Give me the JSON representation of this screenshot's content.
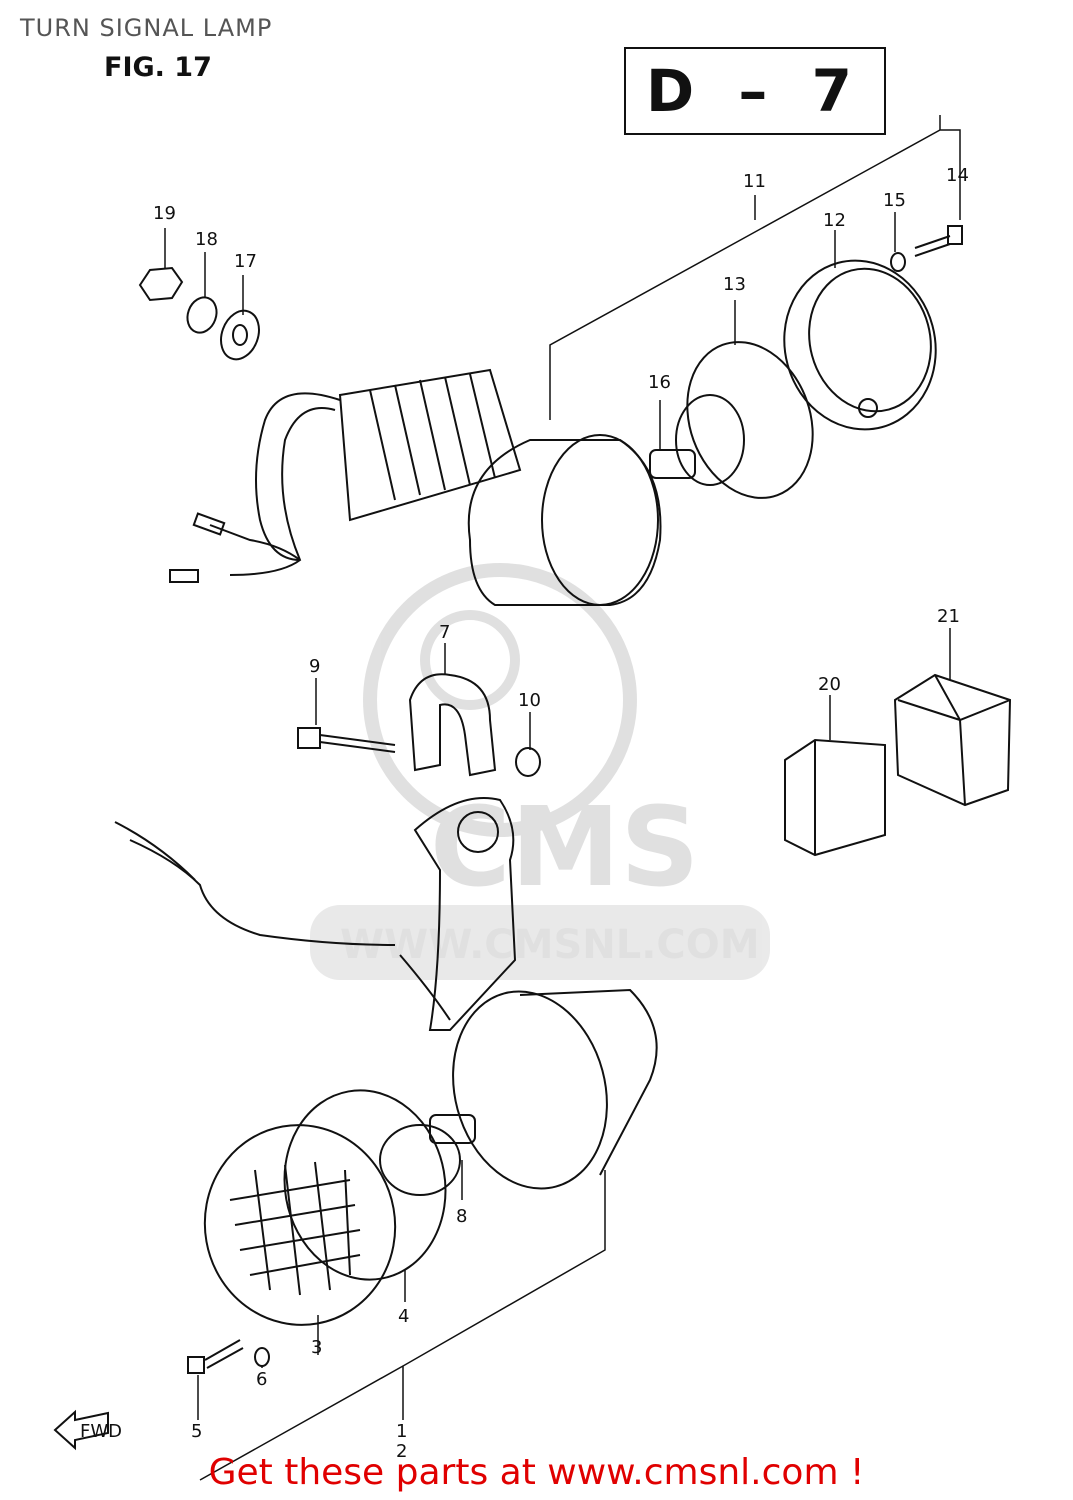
{
  "header": {
    "title": "TURN SIGNAL LAMP",
    "figure": "FIG. 17",
    "section_code": "D – 7"
  },
  "watermark": {
    "brand": "CMS",
    "url": "WWW.CMSNL.COM"
  },
  "fwd_arrow_label": "FWD",
  "parts": [
    {
      "number": "1"
    },
    {
      "number": "2"
    },
    {
      "number": "3"
    },
    {
      "number": "4"
    },
    {
      "number": "5"
    },
    {
      "number": "6"
    },
    {
      "number": "7"
    },
    {
      "number": "8"
    },
    {
      "number": "9"
    },
    {
      "number": "10"
    },
    {
      "number": "11"
    },
    {
      "number": "12"
    },
    {
      "number": "13"
    },
    {
      "number": "14"
    },
    {
      "number": "15"
    },
    {
      "number": "16"
    },
    {
      "number": "17"
    },
    {
      "number": "18"
    },
    {
      "number": "19"
    },
    {
      "number": "20"
    },
    {
      "number": "21"
    }
  ],
  "footer": {
    "cta": "Get these parts at www.cmsnl.com !"
  },
  "colors": {
    "line": "#111111",
    "watermark": "#c8c8c8",
    "cta": "#e00000"
  }
}
